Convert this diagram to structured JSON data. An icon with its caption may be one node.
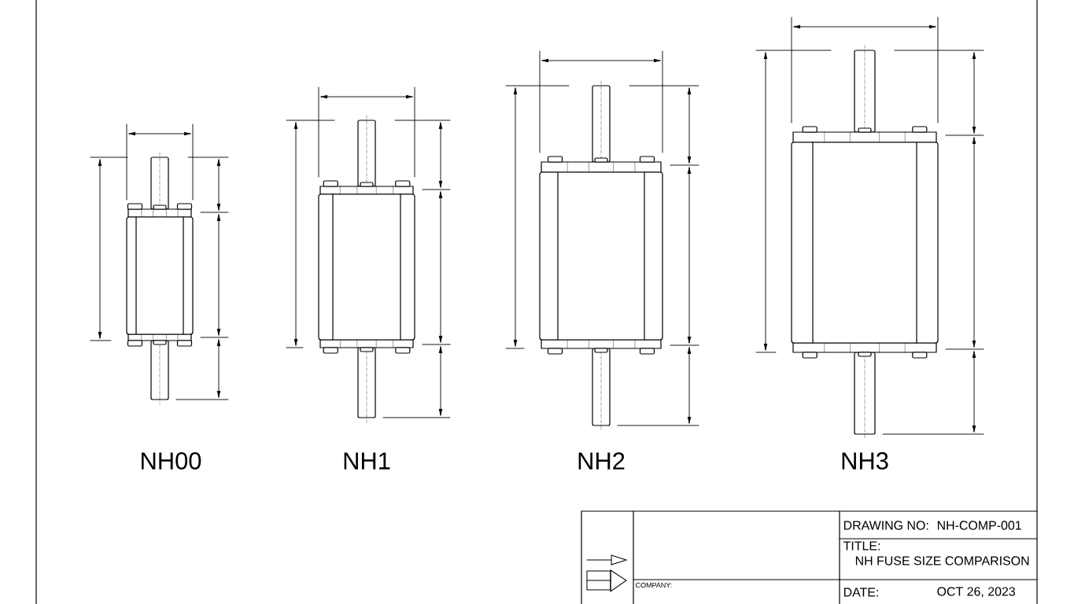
{
  "diagram": {
    "labels": [
      "NH00",
      "NH1",
      "NH2",
      "NH3",
      "DRAWING NO:",
      "NH-COMP-001",
      "TITLE:",
      "NH FUSE SIZE COMPARISON",
      "COMPANY:",
      "DATE:",
      "OCT 26, 2023"
    ]
  }
}
